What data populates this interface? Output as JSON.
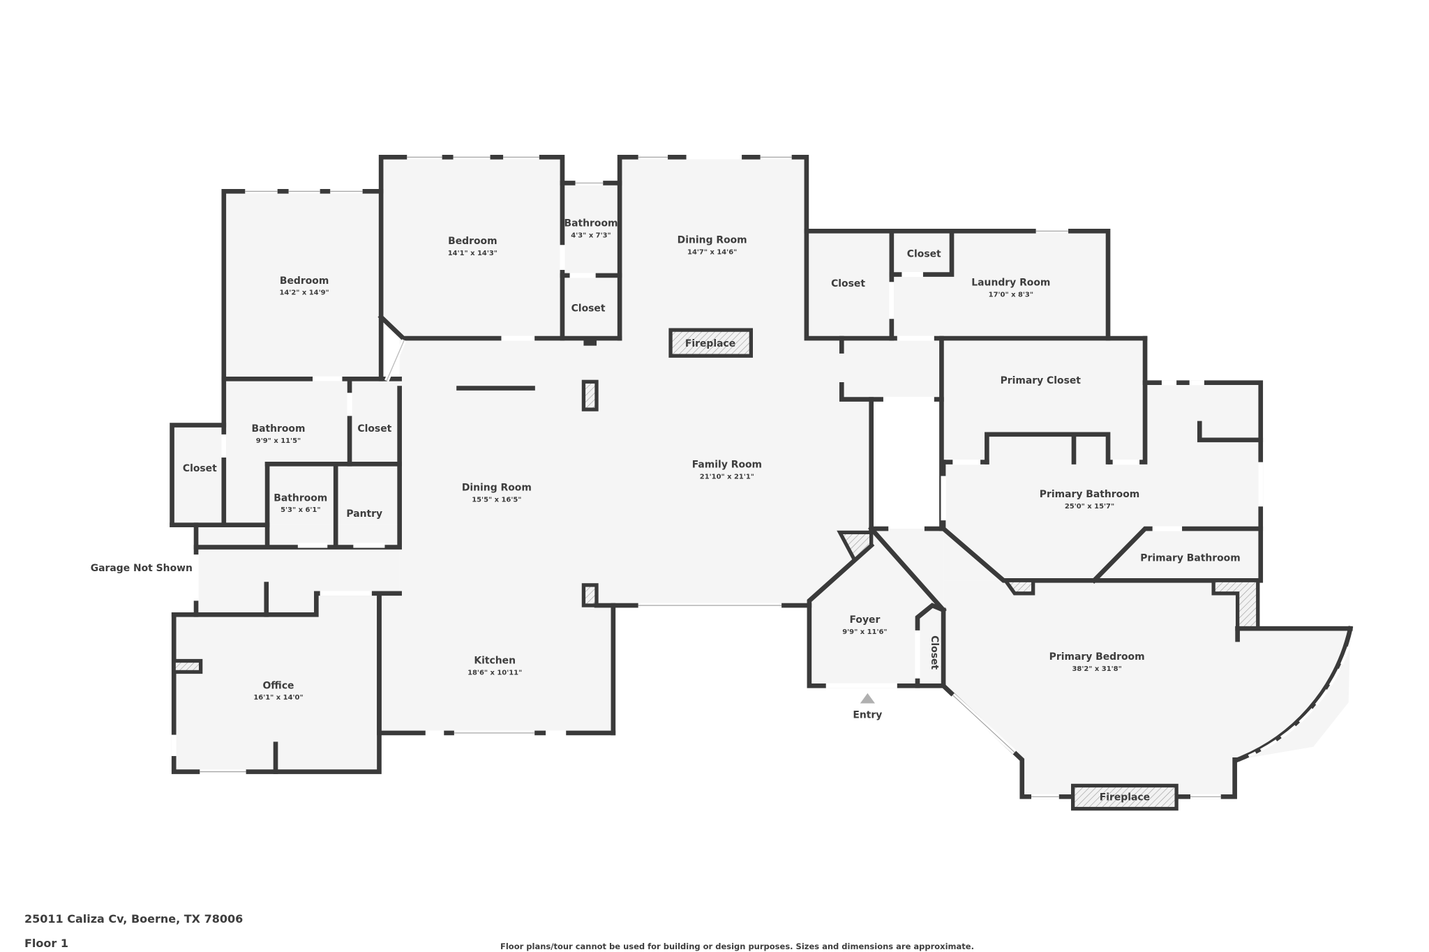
{
  "colors": {
    "wall": "#3a3a3a",
    "floor": "#f5f5f5",
    "background": "#ffffff",
    "entry_marker": "#b0b0b0"
  },
  "rooms": [
    {
      "name": "Bedroom",
      "dims": "14'2\" x 14'9\""
    },
    {
      "name": "Bedroom",
      "dims": "14'1\" x 14'3\""
    },
    {
      "name": "Bathroom",
      "dims": "4'3\" x 7'3\""
    },
    {
      "name": "Closet",
      "dims": ""
    },
    {
      "name": "Dining Room",
      "dims": "14'7\" x 14'6\""
    },
    {
      "name": "Closet",
      "dims": ""
    },
    {
      "name": "Closet",
      "dims": ""
    },
    {
      "name": "Laundry Room",
      "dims": "17'0\" x 8'3\""
    },
    {
      "name": "Bathroom",
      "dims": "9'9\" x 11'5\""
    },
    {
      "name": "Closet",
      "dims": ""
    },
    {
      "name": "Closet",
      "dims": ""
    },
    {
      "name": "Bathroom",
      "dims": "5'3\" x 6'1\""
    },
    {
      "name": "Pantry",
      "dims": ""
    },
    {
      "name": "Dining Room",
      "dims": "15'5\" x 16'5\""
    },
    {
      "name": "Family Room",
      "dims": "21'10\" x 21'1\""
    },
    {
      "name": "Primary Closet",
      "dims": ""
    },
    {
      "name": "Primary Bathroom",
      "dims": "25'0\" x 15'7\""
    },
    {
      "name": "Primary Bathroom",
      "dims": ""
    },
    {
      "name": "Office",
      "dims": "16'1\" x 14'0\""
    },
    {
      "name": "Kitchen",
      "dims": "18'6\" x 10'11\""
    },
    {
      "name": "Foyer",
      "dims": "9'9\" x 11'6\""
    },
    {
      "name": "Closet",
      "dims": ""
    },
    {
      "name": "Primary Bedroom",
      "dims": "38'2\" x 31'8\""
    }
  ],
  "features": {
    "fireplace_dining": "Fireplace",
    "fireplace_bedroom": "Fireplace",
    "garage_note": "Garage Not Shown",
    "entry_label": "Entry",
    "entry_icon": "triangle-up-icon"
  },
  "footer": {
    "address": "25011 Caliza Cv, Boerne, TX 78006",
    "floor": "Floor 1",
    "disclaimer": "Floor plans/tour cannot be used for building or design purposes. Sizes and dimensions are approximate."
  }
}
